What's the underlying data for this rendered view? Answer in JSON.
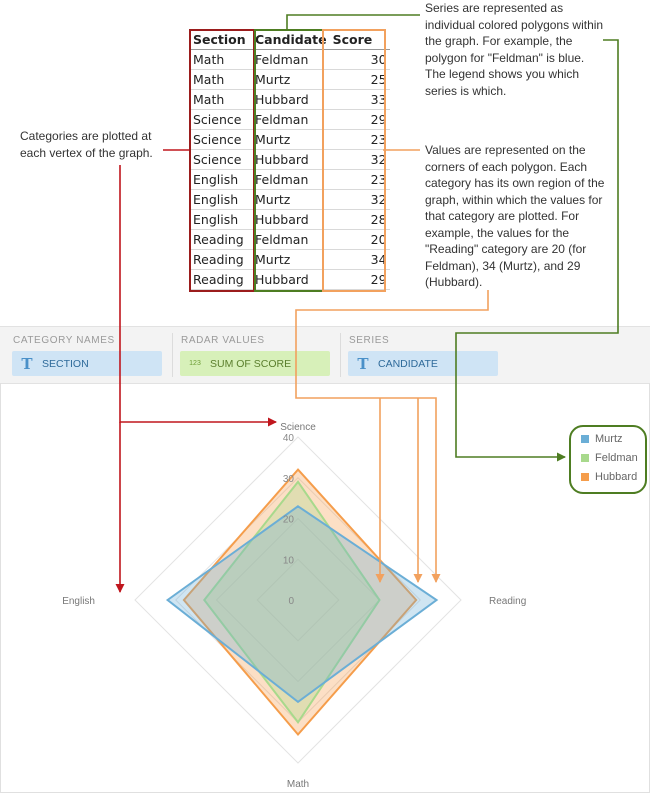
{
  "table": {
    "headers": [
      "Section",
      "Candidate",
      "Score"
    ],
    "rows": [
      [
        "Math",
        "Feldman",
        "30"
      ],
      [
        "Math",
        "Murtz",
        "25"
      ],
      [
        "Math",
        "Hubbard",
        "33"
      ],
      [
        "Science",
        "Feldman",
        "29"
      ],
      [
        "Science",
        "Murtz",
        "23"
      ],
      [
        "Science",
        "Hubbard",
        "32"
      ],
      [
        "English",
        "Feldman",
        "23"
      ],
      [
        "English",
        "Murtz",
        "32"
      ],
      [
        "English",
        "Hubbard",
        "28"
      ],
      [
        "Reading",
        "Feldman",
        "20"
      ],
      [
        "Reading",
        "Murtz",
        "34"
      ],
      [
        "Reading",
        "Hubbard",
        "29"
      ]
    ]
  },
  "callouts": {
    "series": "Series are represented as individual colored polygons within the graph. For example, the polygon for \"Feldman\" is blue. The legend shows you which series is which.",
    "values": "Values are represented on  the corners of each polygon. Each category has its own region of the graph, within which the values for that category are plotted. For example, the values for the \"Reading\" category are 20 (for Feldman), 34 (Murtz), and 29 (Hubbard).",
    "categories": "Categories are plotted at each vertex of the graph."
  },
  "wells": {
    "category_title": "CATEGORY NAMES",
    "category_field": "SECTION",
    "values_title": "RADAR VALUES",
    "values_field": "SUM OF SCORE",
    "values_icon": "123",
    "series_title": "SERIES",
    "series_field": "CANDIDATE",
    "text_icon": "T"
  },
  "legend": [
    {
      "name": "Murtz",
      "color": "#6baed6"
    },
    {
      "name": "Feldman",
      "color": "#a8d98c"
    },
    {
      "name": "Hubbard",
      "color": "#f59d4b"
    }
  ],
  "colors": {
    "section_box": "#9b1c1c",
    "candidate_box": "#4e7d22",
    "score_box": "#f2a15e",
    "arrow_red": "#c0161d",
    "arrow_orange": "#f2a15e",
    "arrow_green": "#4e7d22"
  },
  "chart_data": {
    "type": "radar",
    "categories": [
      "Science",
      "Reading",
      "Math",
      "English"
    ],
    "rmax": 40,
    "ticks": [
      0,
      10,
      20,
      30,
      40
    ],
    "tick_labels": [
      "0",
      "10",
      "20",
      "30",
      "40"
    ],
    "series": [
      {
        "name": "Hubbard",
        "color": "#f59d4b",
        "values": [
          32,
          29,
          33,
          28
        ]
      },
      {
        "name": "Feldman",
        "color": "#a8d98c",
        "values": [
          29,
          20,
          30,
          23
        ]
      },
      {
        "name": "Murtz",
        "color": "#6baed6",
        "values": [
          23,
          34,
          25,
          32
        ]
      }
    ]
  }
}
